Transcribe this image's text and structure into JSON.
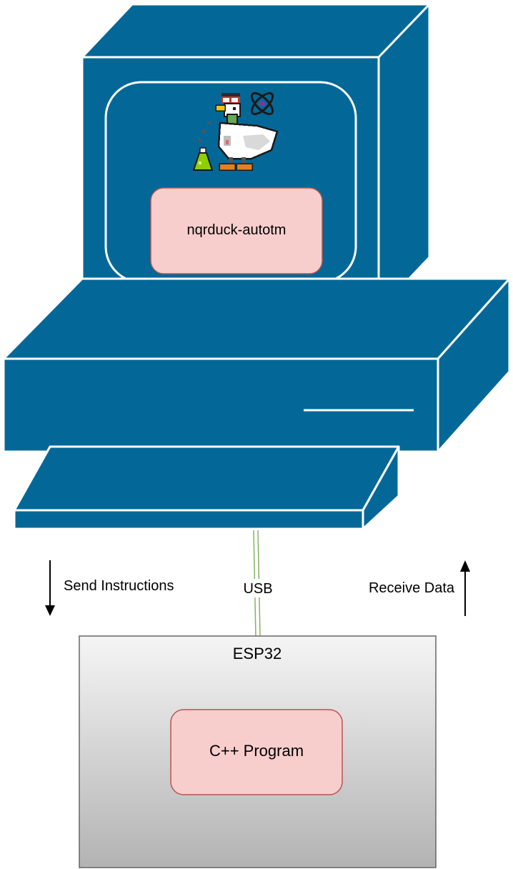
{
  "colors": {
    "computer_fill": "#036897",
    "computer_stroke": "#ffffff",
    "pink_box_fill": "#f8cecc",
    "pink_box_stroke": "#b85450",
    "esp_gradient_top": "#f5f5f5",
    "esp_gradient_bottom": "#b3b3b3",
    "esp_stroke": "#666666",
    "usb_cable": "#82b366"
  },
  "icons": {
    "mascot": "duck-scientist-icon",
    "atom": "atom-icon",
    "flask": "flask-icon"
  },
  "labels": {
    "screen_app": "nqrduck-autotm",
    "send": "Send Instructions",
    "receive": "Receive Data",
    "usb": "USB",
    "esp32": "ESP32",
    "program": "C++ Program"
  }
}
